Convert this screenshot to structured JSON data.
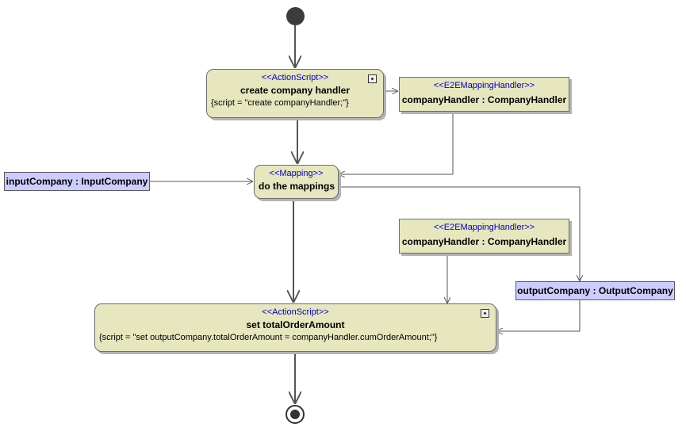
{
  "diagram": {
    "actions": [
      {
        "id": "create-handler",
        "stereotype": "<<ActionScript>>",
        "name": "create company handler",
        "spec": "{script = \"create companyHandler;\"}"
      },
      {
        "id": "do-mappings",
        "stereotype": "<<Mapping>>",
        "name": "do the mappings"
      },
      {
        "id": "set-total",
        "stereotype": "<<ActionScript>>",
        "name": "set totalOrderAmount",
        "spec": "{script = \"set outputCompany.totalOrderAmount = companyHandler.cumOrderAmount;\"}"
      }
    ],
    "object_nodes": [
      {
        "id": "handler-1",
        "stereotype": "<<E2EMappingHandler>>",
        "name": "companyHandler : CompanyHandler"
      },
      {
        "id": "handler-2",
        "stereotype": "<<E2EMappingHandler>>",
        "name": "companyHandler : CompanyHandler"
      }
    ],
    "pins": [
      {
        "id": "input-company",
        "name": "inputCompany : InputCompany"
      },
      {
        "id": "output-company",
        "name": "outputCompany : OutputCompany"
      }
    ],
    "colors": {
      "action_fill": "#e6e6bf",
      "pin_fill": "#ccccff",
      "stereotype_text": "#0000c8",
      "edge": "#555555"
    }
  }
}
